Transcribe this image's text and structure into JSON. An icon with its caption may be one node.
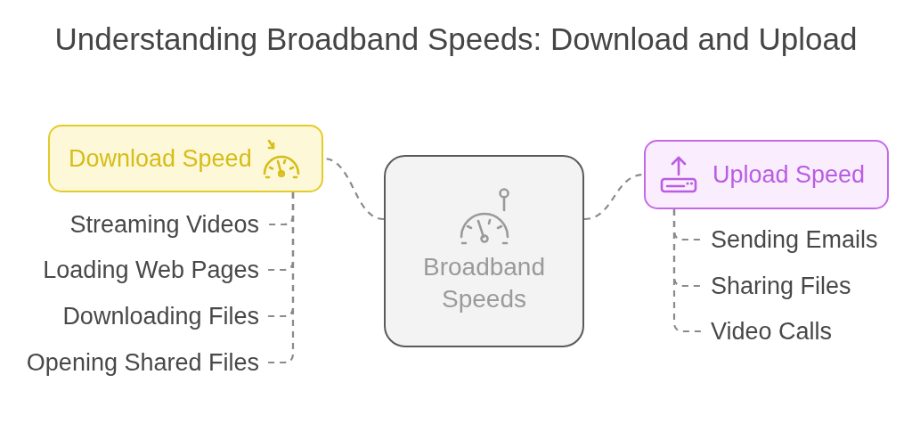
{
  "diagram": {
    "title": "Understanding Broadband Speeds: Download and Upload",
    "nodes": [
      {
        "text": [
          "Download Speed"
        ]
      },
      {
        "text": [
          "Streaming Videos"
        ]
      },
      {
        "text": [
          "Loading Web Pages"
        ]
      },
      {
        "text": [
          "Downloading Files"
        ]
      },
      {
        "text": [
          "Opening Shared Files"
        ]
      },
      {
        "text": [
          "Broadband Speeds"
        ]
      },
      {
        "text": [
          "Upload Speed"
        ]
      },
      {
        "text": [
          "Sending Emails"
        ]
      },
      {
        "text": [
          "Sharing Files"
        ]
      },
      {
        "text": [
          "Video Calls"
        ]
      }
    ],
    "edges": [
      {
        "from": 5,
        "to": 0,
        "arrow": "none",
        "style": "dashed"
      },
      {
        "from": 5,
        "to": 6,
        "arrow": "none",
        "style": "dashed"
      },
      {
        "from": 0,
        "to": 1,
        "arrow": "none",
        "style": "dashed"
      },
      {
        "from": 0,
        "to": 2,
        "arrow": "none",
        "style": "dashed"
      },
      {
        "from": 0,
        "to": 3,
        "arrow": "none",
        "style": "dashed"
      },
      {
        "from": 0,
        "to": 4,
        "arrow": "none",
        "style": "dashed"
      },
      {
        "from": 6,
        "to": 7,
        "arrow": "none",
        "style": "dashed"
      },
      {
        "from": 6,
        "to": 8,
        "arrow": "none",
        "style": "dashed"
      },
      {
        "from": 6,
        "to": 9,
        "arrow": "none",
        "style": "dashed"
      }
    ]
  }
}
